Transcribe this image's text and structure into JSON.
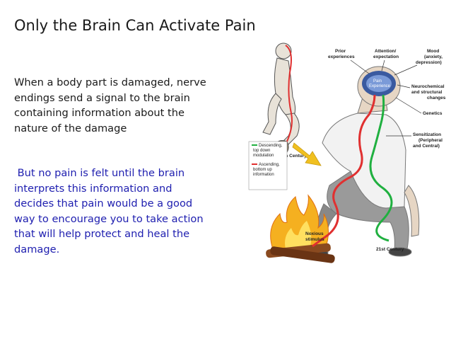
{
  "slide": {
    "title": "Only the Brain Can Activate Pain",
    "paragraph1": [
      "When a body part is damaged, nerve",
      "endings send a signal to the brain",
      "containing information about the",
      "nature of the damage"
    ],
    "paragraph2": [
      " But no pain is felt until the brain",
      "interprets this information and",
      "decides that pain would be a good",
      "way to encourage you to take action",
      "that will help protect and heal the",
      "damage."
    ]
  },
  "figure": {
    "labels": {
      "prior": [
        "Prior",
        "experiences"
      ],
      "attention": [
        "Attention/",
        "expectation"
      ],
      "mood": [
        "Mood",
        "(anxiety,",
        "depression)"
      ],
      "neuro": [
        "Neurochemical",
        "and structural",
        "changes"
      ],
      "genetics": "Genetics",
      "sensitization": [
        "Sensitization",
        "(Peripheral",
        "and Central)"
      ],
      "century16": "16th Century",
      "century21": "21st Century",
      "noxious": [
        "Noxious",
        "stimulus"
      ],
      "pain_experience": [
        "Pain",
        "Experience"
      ],
      "descending": [
        "Descending,",
        "top down",
        "modulation"
      ],
      "ascending": [
        "Ascending,",
        "bottom up",
        "information"
      ]
    },
    "colors": {
      "ascending": "#e03030",
      "descending": "#20b040",
      "arrow": "#f0c020",
      "brain": "#3a5aa0"
    }
  }
}
